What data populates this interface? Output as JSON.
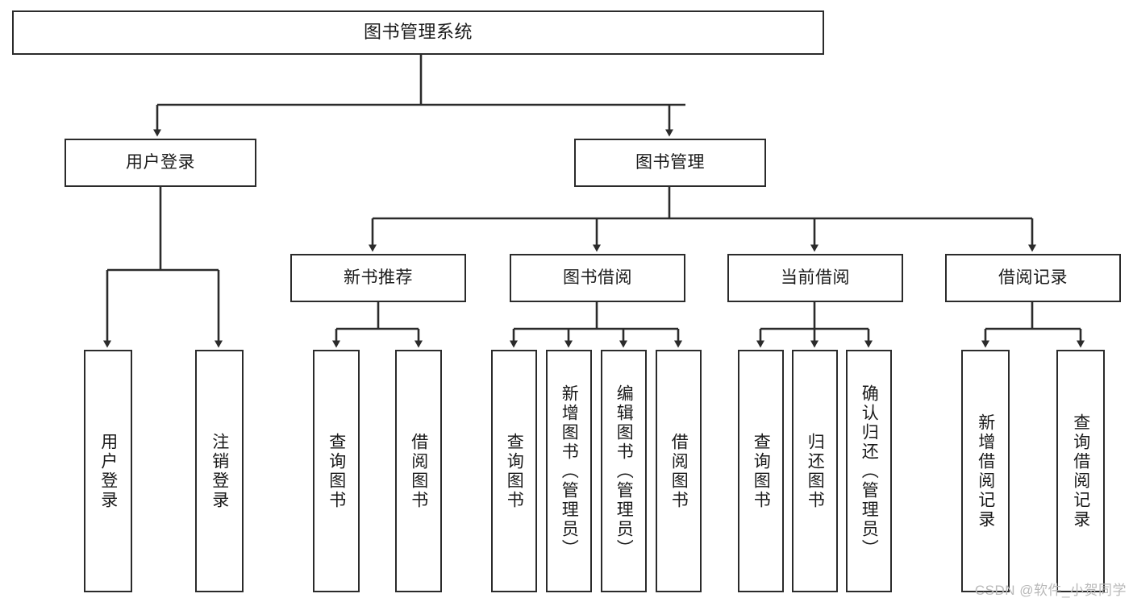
{
  "diagram": {
    "type": "tree",
    "title": "图书管理系统",
    "watermark": "CSDN @软件_小贺同学",
    "colors": {
      "box_border": "#2b2b2b",
      "connector": "#2b2b2b",
      "background": "#ffffff",
      "text": "#1a1a1a",
      "watermark": "#b9b9b9"
    },
    "nodes": {
      "root": {
        "label": "图书管理系统"
      },
      "level1": [
        {
          "label": "用户登录"
        },
        {
          "label": "图书管理"
        }
      ],
      "level2": [
        {
          "label": "新书推荐"
        },
        {
          "label": "图书借阅"
        },
        {
          "label": "当前借阅"
        },
        {
          "label": "借阅记录"
        }
      ],
      "leaves": {
        "user_login": [
          {
            "label": "用户登录"
          },
          {
            "label": "注销登录"
          }
        ],
        "new_book": [
          {
            "label": "查询图书"
          },
          {
            "label": "借阅图书"
          }
        ],
        "borrow_book": [
          {
            "label": "查询图书"
          },
          {
            "label": "新增图书（管理员）"
          },
          {
            "label": "编辑图书（管理员）"
          },
          {
            "label": "借阅图书"
          }
        ],
        "current_borrow": [
          {
            "label": "查询图书"
          },
          {
            "label": "归还图书"
          },
          {
            "label": "确认归还（管理员）"
          }
        ],
        "borrow_record": [
          {
            "label": "新增借阅记录"
          },
          {
            "label": "查询借阅记录"
          }
        ]
      }
    }
  }
}
